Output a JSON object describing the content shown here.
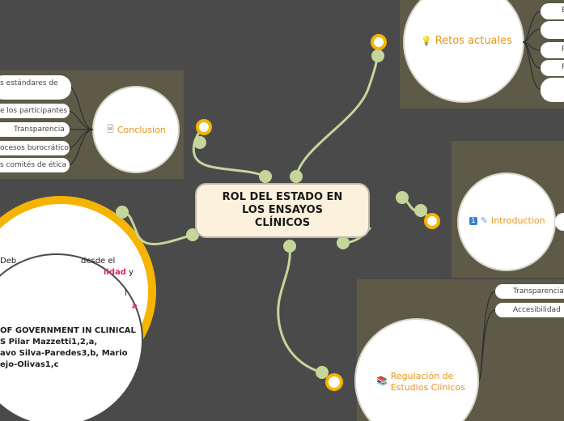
{
  "central": {
    "title": "ROL DEL ESTADO EN LOS ENSAYOS CLÍNICOS"
  },
  "topics": {
    "retos": {
      "label": "Retos actuales",
      "icon": "lightbulb-icon"
    },
    "conclusion": {
      "label": "Conclusion",
      "icon": "document-icon"
    },
    "introduction": {
      "label": "Introduction",
      "icon": "number-one-icon"
    },
    "regulacion": {
      "label": "Regulación de Estudios Clínicos",
      "line1": "Regulación de",
      "line2": "Estudios Clínicos",
      "icon": "books-icon"
    }
  },
  "conclusion_items": [
    {
      "text": "s estándares de"
    },
    {
      "text": "e los participantes"
    },
    {
      "text": "Transparencia"
    },
    {
      "text": "ocesos burocráticos"
    },
    {
      "text": "s comités de ética"
    }
  ],
  "retos_items": [
    {
      "text": "E"
    },
    {
      "text": ""
    },
    {
      "text": "P"
    },
    {
      "text": "P"
    },
    {
      "text": ""
    }
  ],
  "regulacion_items": [
    {
      "text": "Transparencia"
    },
    {
      "text": "Accesibilidad"
    }
  ],
  "left_partial": {
    "line1_a": "Deb",
    "line1_b": "desde el",
    "line2_accent": "lidad",
    "line2_rest": " y",
    "line3": "l",
    "line4_accent": "a"
  },
  "reference": {
    "lines": [
      "OF GOVERNMENT IN CLINICAL",
      "S Pilar Mazzetti1,2,a,",
      "avo Silva-Paredes3,b, Mario",
      "ejo-Olivas1,c"
    ]
  },
  "colors": {
    "background": "#4a4a4a",
    "topic_panel": "#5d5a48",
    "connector": "#c6d69a",
    "topic_text": "#e8961c",
    "accent_pink": "#d9256b",
    "ring_yellow": "#f5b400"
  }
}
